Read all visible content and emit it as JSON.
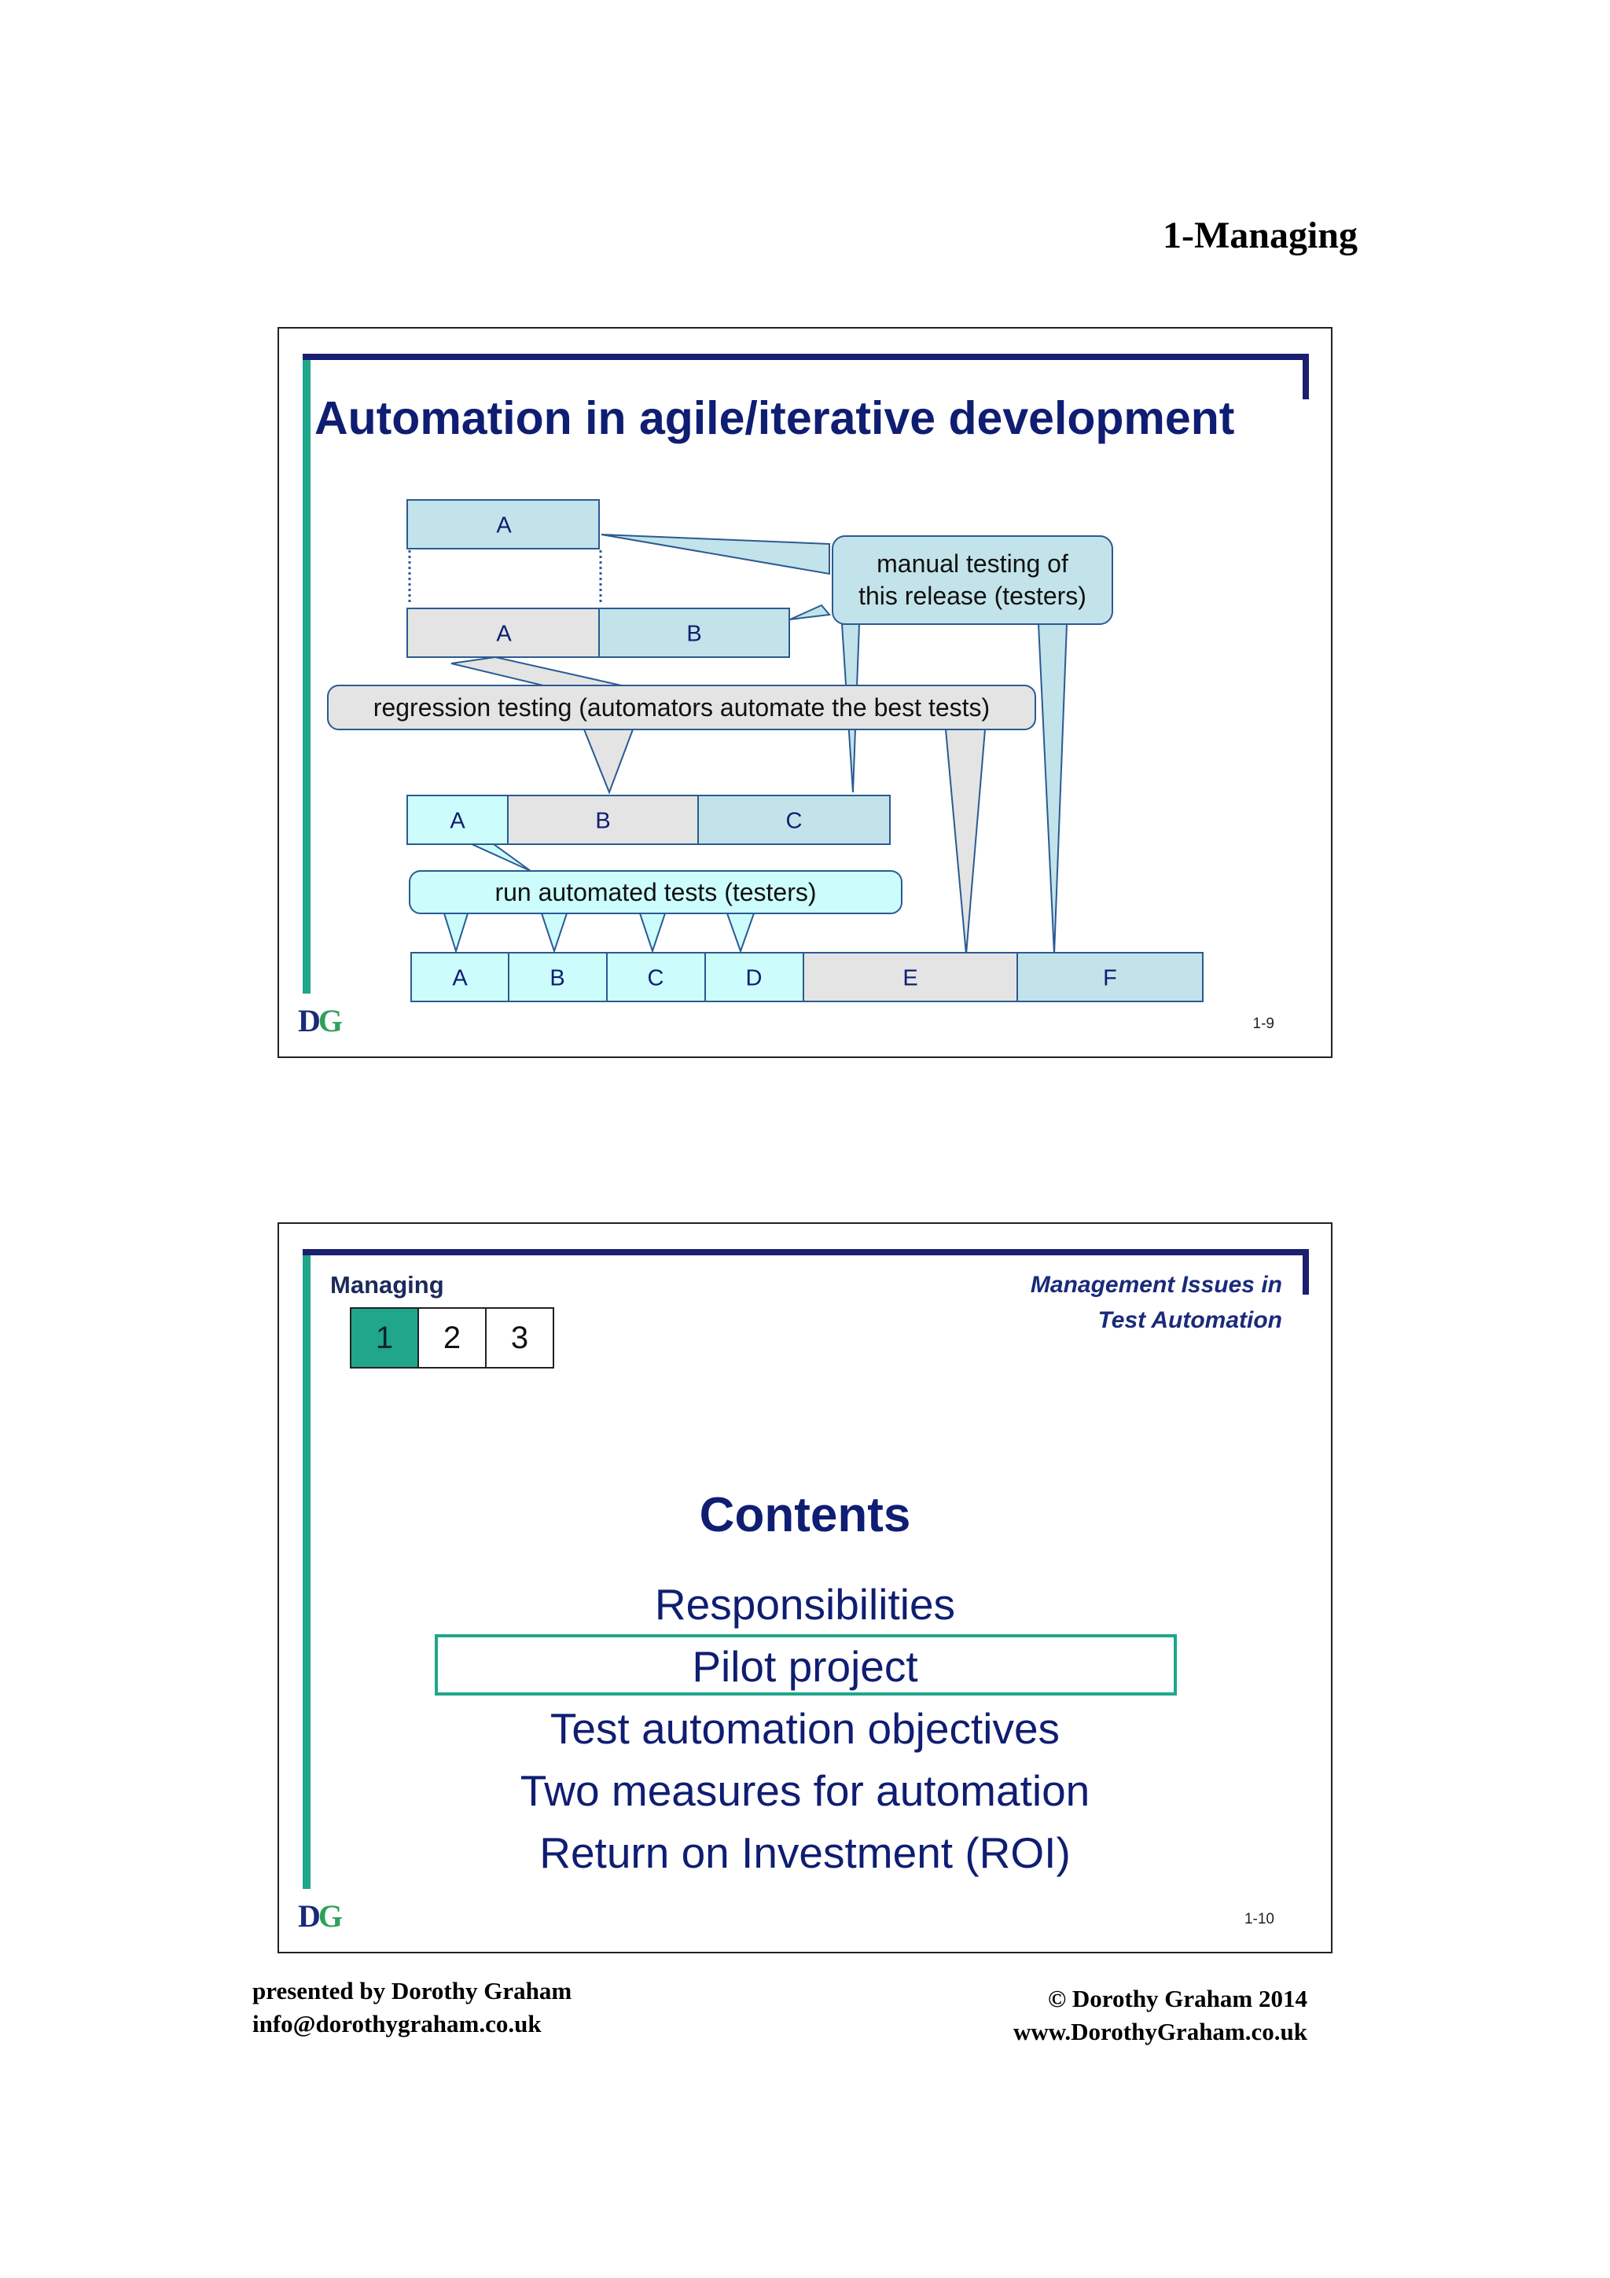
{
  "page_header": "1-Managing",
  "slide1": {
    "title": "Automation in agile/iterative development",
    "logo": "DG",
    "slide_number": "1-9",
    "diagram": {
      "row1": [
        "A"
      ],
      "row2": [
        "A",
        "B"
      ],
      "row3": [
        "A",
        "B",
        "C"
      ],
      "row4": [
        "A",
        "B",
        "C",
        "D",
        "E",
        "F"
      ],
      "callout_manual_line1": "manual testing of",
      "callout_manual_line2": "this release (testers)",
      "callout_regression": "regression testing (automators automate the best tests)",
      "callout_run": "run automated tests (testers)"
    },
    "colors": {
      "navy": "#0f1d72",
      "teal": "#1fa68b",
      "new_work": "#c3e3ea",
      "regression": "#e4e4e4",
      "automated": "#ccfcfc"
    }
  },
  "slide2": {
    "section_label": "Managing",
    "course_title_line1": "Management Issues in",
    "course_title_line2": "Test Automation",
    "nav": [
      "1",
      "2",
      "3"
    ],
    "nav_active_index": 0,
    "heading": "Contents",
    "items": [
      "Responsibilities",
      "Pilot project",
      "Test automation objectives",
      "Two measures for automation",
      "Return on Investment (ROI)"
    ],
    "highlighted_item_index": 1,
    "logo": "DG",
    "slide_number": "1-10"
  },
  "footer": {
    "presenter": "presented by Dorothy Graham",
    "email": "info@dorothygraham.co.uk",
    "copyright": "© Dorothy Graham 2014",
    "website": "www.DorothyGraham.co.uk"
  }
}
